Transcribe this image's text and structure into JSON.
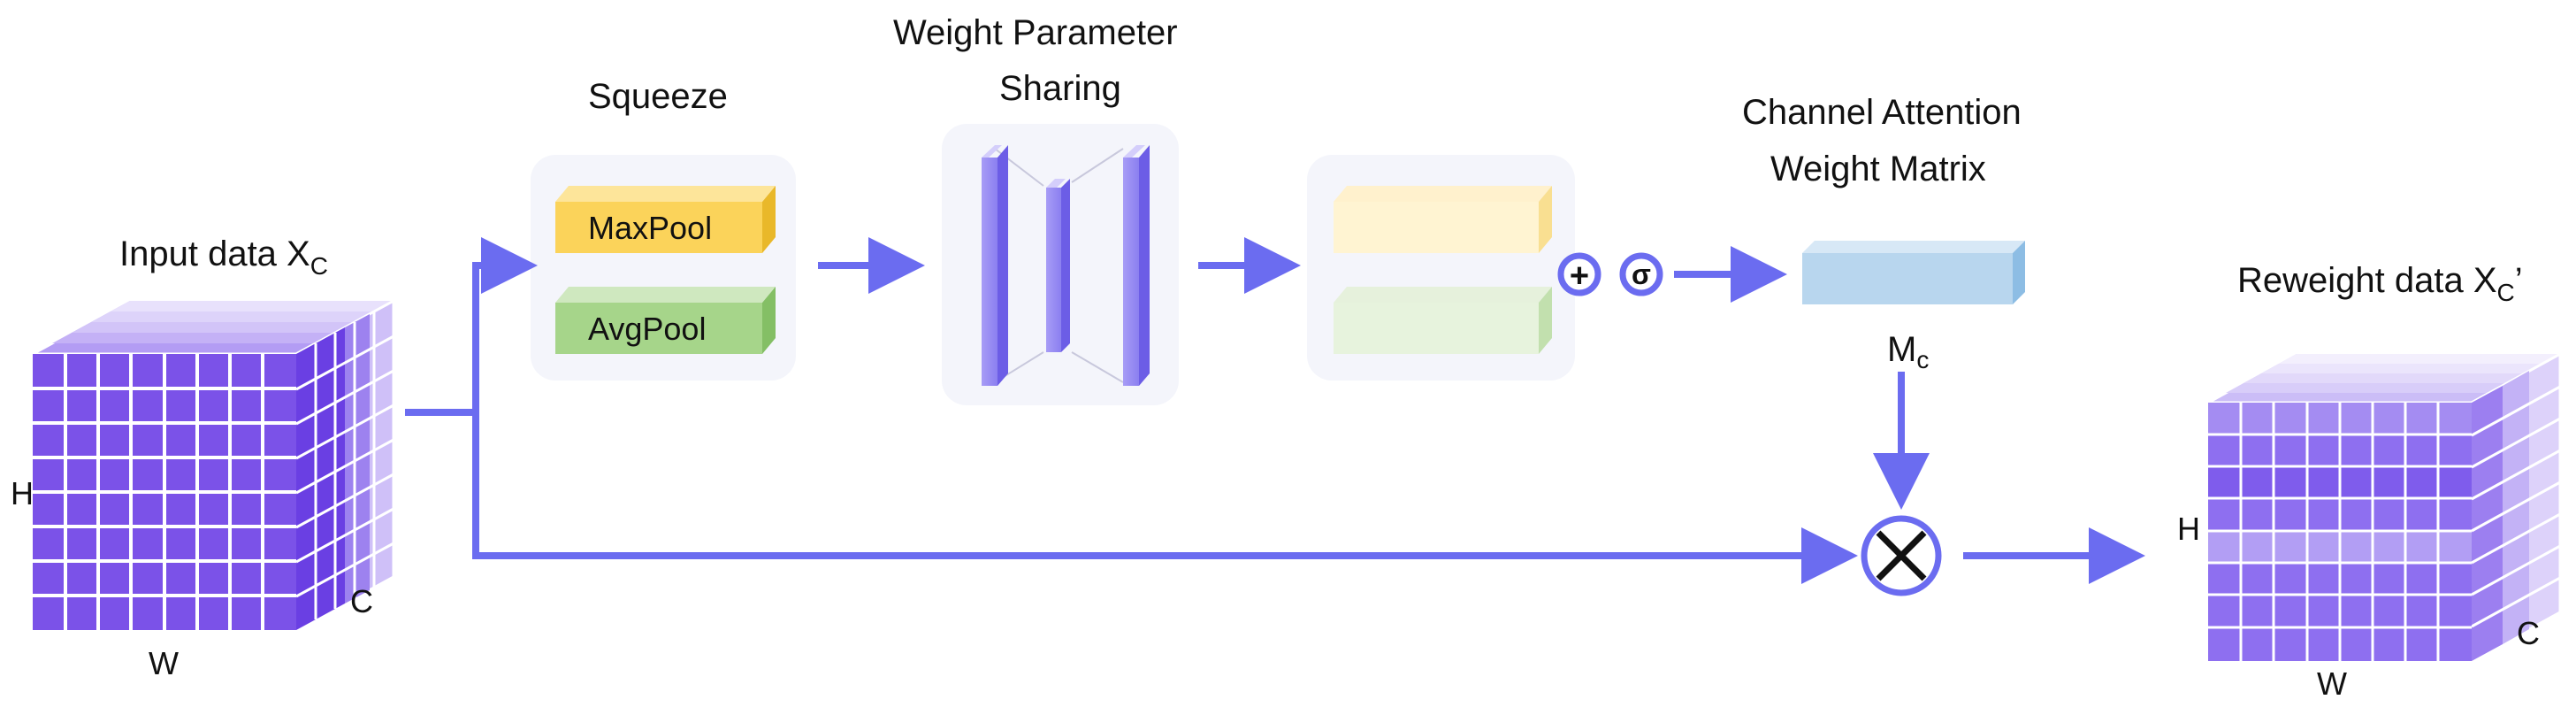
{
  "input_cube": {
    "title": "Input data X",
    "title_subscript": "C",
    "h_label": "H",
    "w_label": "W",
    "c_label": "C"
  },
  "squeeze": {
    "title": "Squeeze",
    "maxpool_label": "MaxPool",
    "avgpool_label": "AvgPool"
  },
  "weight_sharing": {
    "title_line1": "Weight Parameter",
    "title_line2": "Sharing"
  },
  "ops": {
    "add_symbol": "+",
    "sigmoid_symbol": "σ",
    "multiply_symbol": "×"
  },
  "attention": {
    "title_line1": "Channel Attention",
    "title_line2": "Weight Matrix",
    "matrix_label": "M",
    "matrix_subscript": "c"
  },
  "output_cube": {
    "title": "Reweight data X",
    "title_subscript": "C",
    "title_suffix": "’",
    "h_label": "H",
    "w_label": "W",
    "c_label": "C"
  },
  "colors": {
    "arrow": "#6b6cf0",
    "cube_front": "#7b52e8",
    "cube_side": "#5a3bd6",
    "cube_top": "#c9b9f7",
    "maxpool": "#fbd35a",
    "avgpool": "#a6d58a",
    "panel": "#f4f5fb",
    "attention_matrix": "#b8d6ee"
  }
}
